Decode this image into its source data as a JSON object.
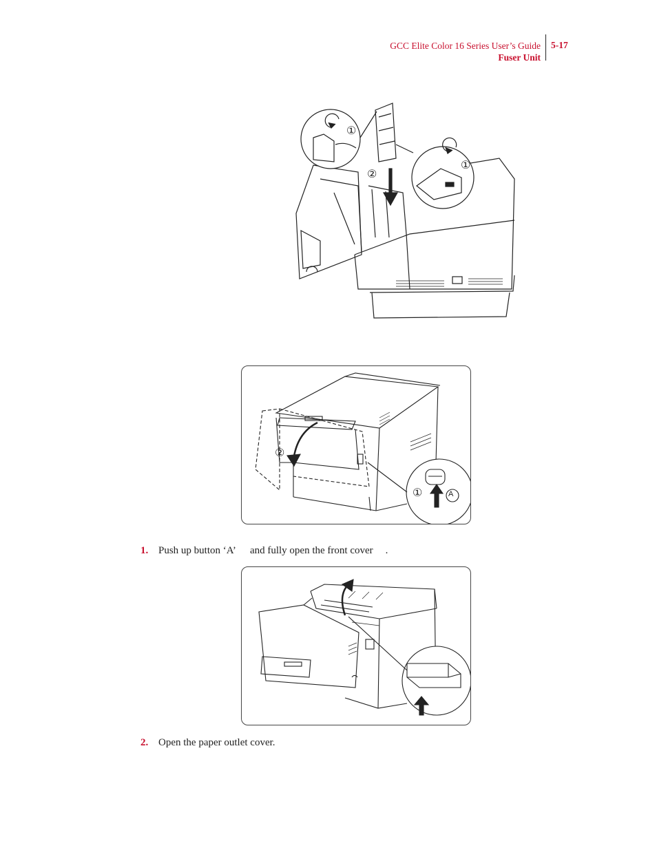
{
  "header": {
    "guide_title": "GCC Elite Color 16 Series User’s Guide",
    "section": "Fuser Unit",
    "page_number": "5-17"
  },
  "figures": {
    "fig1_marker_1": "①",
    "fig1_marker_2": "②",
    "fig2_marker_1": "①",
    "fig2_marker_2": "②",
    "fig2_button_letter": "A"
  },
  "steps": [
    {
      "number": "1.",
      "text_a": "Push up button ‘A’",
      "text_b": "and fully open the front cover",
      "text_c": "."
    },
    {
      "number": "2.",
      "text": "Open the paper outlet cover."
    }
  ],
  "colors": {
    "accent": "#c8102e",
    "line": "#222222"
  },
  "icons": [
    "arrow-down-icon",
    "arrow-up-icon",
    "curved-arrow-icon"
  ]
}
